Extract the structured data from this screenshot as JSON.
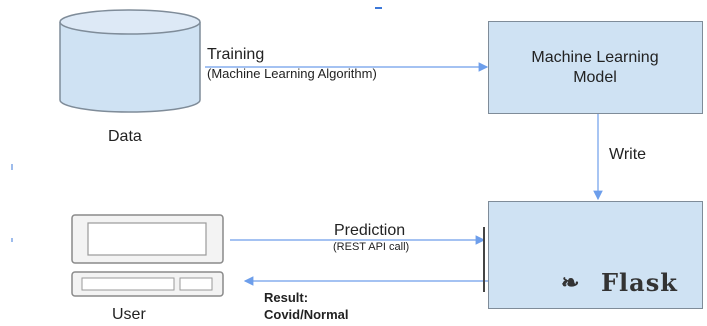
{
  "colors": {
    "box_fill": "#cfe2f3",
    "box_border": "#7f8c99",
    "arrow": "#6d9eeb",
    "cylinder_fill": "#cfe2f3",
    "device_fill": "#f3f3f3",
    "device_stroke": "#8a8a8a"
  },
  "data_node": {
    "label": "Data",
    "icon": "database-cylinder-icon"
  },
  "training_edge": {
    "label": "Training",
    "sublabel": "(Machine Learning Algorithm)"
  },
  "ml_model_box": {
    "line1": "Machine Learning",
    "line2": "Model"
  },
  "write_edge": {
    "label": "Write"
  },
  "flask_box": {
    "logo_text": "Flask",
    "logo_icon": "flask-horn-icon"
  },
  "prediction_edge": {
    "label": "Prediction",
    "sublabel": "(REST API call)"
  },
  "result_edge": {
    "label": "Result:",
    "sublabel": "Covid/Normal"
  },
  "user_node": {
    "label": "User",
    "icon": "computer-terminal-icon"
  }
}
